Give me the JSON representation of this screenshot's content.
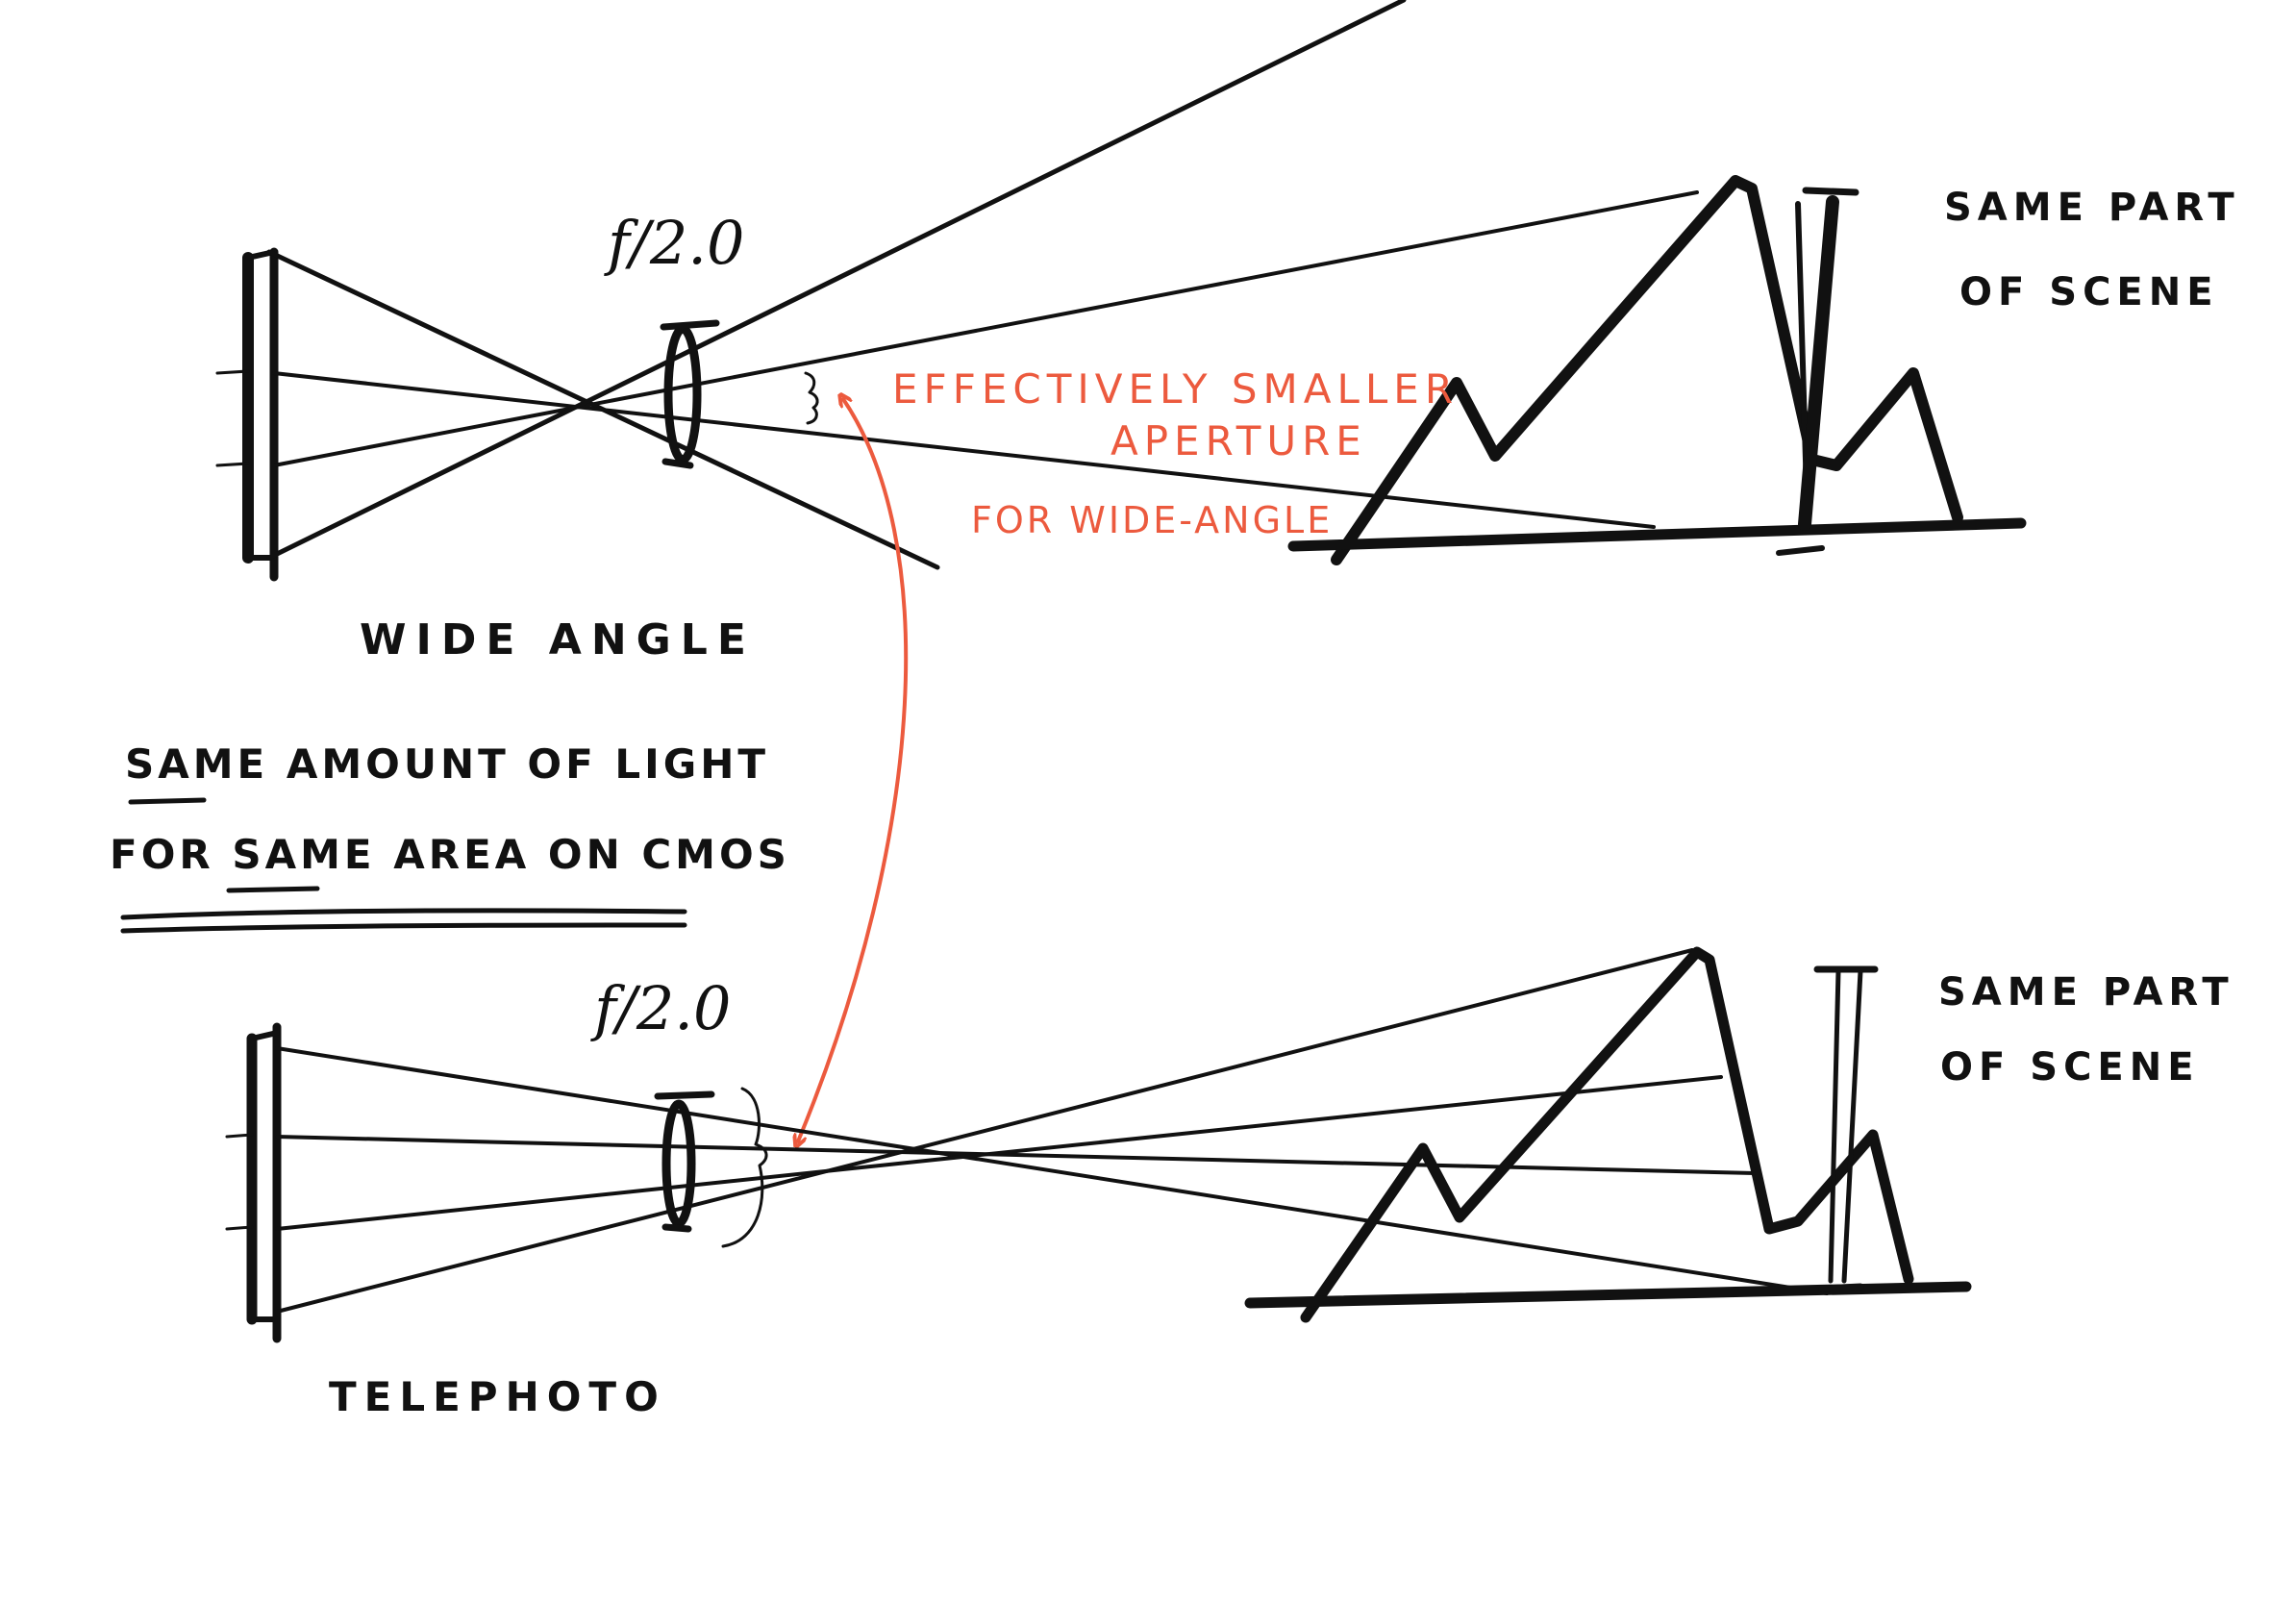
{
  "colors": {
    "ink": "#111111",
    "accent": "#ec5a3e",
    "background": "#ffffff"
  },
  "wide": {
    "caption": "WIDE ANGLE",
    "fnumber": "f/2.0",
    "scene_note_line1": "SAME PART",
    "scene_note_line2": "OF SCENE",
    "effective_line1": "EFFECTIVELY SMALLER",
    "effective_line2": "APERTURE",
    "effective_line3": "FOR WIDE-ANGLE"
  },
  "middle": {
    "line1": "SAME AMOUNT OF LIGHT",
    "line2": "FOR SAME AREA ON CMOS"
  },
  "tele": {
    "caption": "TELEPHOTO",
    "fnumber": "f/2.0",
    "scene_note_line1": "SAME PART",
    "scene_note_line2": "OF SCENE"
  }
}
